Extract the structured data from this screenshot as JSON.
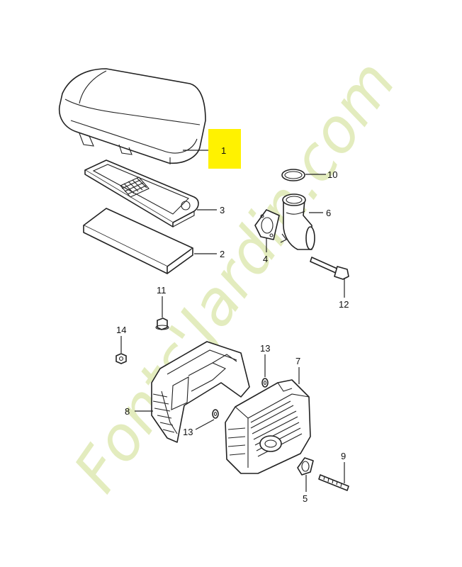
{
  "watermark": {
    "text": "Fonts'Jardin.com",
    "color": "#cfe09a"
  },
  "highlight": {
    "color": "#fff200",
    "part_number": "1"
  },
  "callouts": [
    {
      "id": "1",
      "part": "air-filter-cover"
    },
    {
      "id": "10",
      "part": "o-ring"
    },
    {
      "id": "3",
      "part": "filter-frame"
    },
    {
      "id": "6",
      "part": "intake-elbow"
    },
    {
      "id": "4",
      "part": "gasket"
    },
    {
      "id": "2",
      "part": "pre-filter-foam"
    },
    {
      "id": "12",
      "part": "long-bolt"
    },
    {
      "id": "11",
      "part": "flange-nut"
    },
    {
      "id": "14",
      "part": "nut"
    },
    {
      "id": "13",
      "part": "washer-upper"
    },
    {
      "id": "7",
      "part": "muffler"
    },
    {
      "id": "8",
      "part": "heat-shield"
    },
    {
      "id": "13",
      "part": "washer-lower"
    },
    {
      "id": "9",
      "part": "stud"
    },
    {
      "id": "5",
      "part": "exhaust-gasket"
    }
  ]
}
